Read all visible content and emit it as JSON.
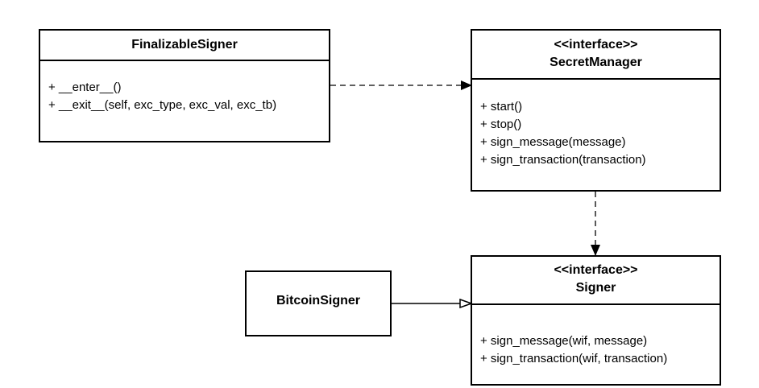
{
  "classes": {
    "finalizable_signer": {
      "name": "FinalizableSigner",
      "members": [
        "+ __enter__()",
        "+ __exit__(self, exc_type, exc_val, exc_tb)"
      ]
    },
    "secret_manager": {
      "stereotype": "<<interface>>",
      "name": "SecretManager",
      "members": [
        "+ start()",
        "+ stop()",
        "+ sign_message(message)",
        "+ sign_transaction(transaction)"
      ]
    },
    "signer": {
      "stereotype": "<<interface>>",
      "name": "Signer",
      "members": [
        "+ sign_message(wif, message)",
        "+ sign_transaction(wif, transaction)"
      ]
    },
    "bitcoin_signer": {
      "name": "BitcoinSigner"
    }
  },
  "relations": [
    {
      "from": "FinalizableSigner",
      "to": "SecretManager",
      "type": "dependency"
    },
    {
      "from": "SecretManager",
      "to": "Signer",
      "type": "dependency"
    },
    {
      "from": "BitcoinSigner",
      "to": "Signer",
      "type": "realization"
    }
  ],
  "colors": {
    "line": "#000000",
    "background": "#ffffff"
  }
}
